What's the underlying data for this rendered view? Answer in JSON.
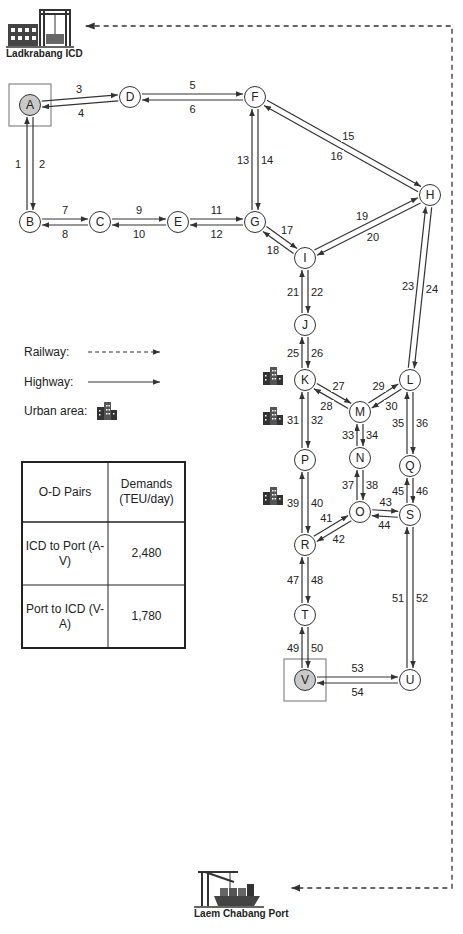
{
  "diagram": {
    "nodes": [
      {
        "text": [
          "Ladkrabang ICD"
        ]
      },
      {
        "text": [
          "A"
        ]
      },
      {
        "text": [
          "D"
        ]
      },
      {
        "text": [
          "F"
        ]
      },
      {
        "text": [
          "B"
        ]
      },
      {
        "text": [
          "C"
        ]
      },
      {
        "text": [
          "E"
        ]
      },
      {
        "text": [
          "G"
        ]
      },
      {
        "text": [
          "H"
        ]
      },
      {
        "text": [
          "I"
        ]
      },
      {
        "text": [
          "J"
        ]
      },
      {
        "text": [
          "K"
        ]
      },
      {
        "text": [
          "L"
        ]
      },
      {
        "text": [
          "M"
        ]
      },
      {
        "text": [
          "N"
        ]
      },
      {
        "text": [
          "Q"
        ]
      },
      {
        "text": [
          "P"
        ]
      },
      {
        "text": [
          "O"
        ]
      },
      {
        "text": [
          "R"
        ]
      },
      {
        "text": [
          "S"
        ]
      },
      {
        "text": [
          "T"
        ]
      },
      {
        "text": [
          "U"
        ]
      },
      {
        "text": [
          "V"
        ]
      },
      {
        "text": [
          "Laem Chabang Port"
        ]
      }
    ],
    "edges": [
      {
        "from": 4,
        "to": 1,
        "arrow": "to",
        "label": "1"
      },
      {
        "from": 1,
        "to": 4,
        "arrow": "to",
        "label": "2"
      },
      {
        "from": 1,
        "to": 2,
        "arrow": "to",
        "label": "3"
      },
      {
        "from": 2,
        "to": 1,
        "arrow": "to",
        "label": "4"
      },
      {
        "from": 2,
        "to": 3,
        "arrow": "to",
        "label": "5"
      },
      {
        "from": 3,
        "to": 2,
        "arrow": "to",
        "label": "6"
      },
      {
        "from": 4,
        "to": 5,
        "arrow": "to",
        "label": "7"
      },
      {
        "from": 5,
        "to": 4,
        "arrow": "to",
        "label": "8"
      },
      {
        "from": 5,
        "to": 6,
        "arrow": "to",
        "label": "9"
      },
      {
        "from": 6,
        "to": 5,
        "arrow": "to",
        "label": "10"
      },
      {
        "from": 6,
        "to": 7,
        "arrow": "to",
        "label": "11"
      },
      {
        "from": 7,
        "to": 6,
        "arrow": "to",
        "label": "12"
      },
      {
        "from": 7,
        "to": 3,
        "arrow": "to",
        "label": "13"
      },
      {
        "from": 3,
        "to": 7,
        "arrow": "to",
        "label": "14"
      },
      {
        "from": 3,
        "to": 8,
        "arrow": "to",
        "label": "15"
      },
      {
        "from": 8,
        "to": 3,
        "arrow": "to",
        "label": "16"
      },
      {
        "from": 7,
        "to": 9,
        "arrow": "to",
        "label": "17"
      },
      {
        "from": 9,
        "to": 7,
        "arrow": "to",
        "label": "18"
      },
      {
        "from": 9,
        "to": 8,
        "arrow": "to",
        "label": "19"
      },
      {
        "from": 8,
        "to": 9,
        "arrow": "to",
        "label": "20"
      },
      {
        "from": 10,
        "to": 9,
        "arrow": "to",
        "label": "21"
      },
      {
        "from": 9,
        "to": 10,
        "arrow": "to",
        "label": "22"
      },
      {
        "from": 12,
        "to": 8,
        "arrow": "to",
        "label": "23"
      },
      {
        "from": 8,
        "to": 12,
        "arrow": "to",
        "label": "24"
      },
      {
        "from": 11,
        "to": 10,
        "arrow": "to",
        "label": "25"
      },
      {
        "from": 10,
        "to": 11,
        "arrow": "to",
        "label": "26"
      },
      {
        "from": 11,
        "to": 13,
        "arrow": "to",
        "label": "27"
      },
      {
        "from": 13,
        "to": 11,
        "arrow": "to",
        "label": "28"
      },
      {
        "from": 13,
        "to": 12,
        "arrow": "to",
        "label": "29"
      },
      {
        "from": 12,
        "to": 13,
        "arrow": "to",
        "label": "30"
      },
      {
        "from": 16,
        "to": 11,
        "arrow": "to",
        "label": "31"
      },
      {
        "from": 11,
        "to": 16,
        "arrow": "to",
        "label": "32"
      },
      {
        "from": 14,
        "to": 13,
        "arrow": "to",
        "label": "33"
      },
      {
        "from": 13,
        "to": 14,
        "arrow": "to",
        "label": "34"
      },
      {
        "from": 15,
        "to": 12,
        "arrow": "to",
        "label": "35"
      },
      {
        "from": 12,
        "to": 15,
        "arrow": "to",
        "label": "36"
      },
      {
        "from": 17,
        "to": 14,
        "arrow": "to",
        "label": "37"
      },
      {
        "from": 14,
        "to": 17,
        "arrow": "to",
        "label": "38"
      },
      {
        "from": 18,
        "to": 16,
        "arrow": "to",
        "label": "39"
      },
      {
        "from": 16,
        "to": 18,
        "arrow": "to",
        "label": "40"
      },
      {
        "from": 18,
        "to": 17,
        "arrow": "to",
        "label": "41"
      },
      {
        "from": 17,
        "to": 18,
        "arrow": "to",
        "label": "42"
      },
      {
        "from": 17,
        "to": 19,
        "arrow": "to",
        "label": "43"
      },
      {
        "from": 19,
        "to": 17,
        "arrow": "to",
        "label": "44"
      },
      {
        "from": 19,
        "to": 15,
        "arrow": "to",
        "label": "45"
      },
      {
        "from": 15,
        "to": 19,
        "arrow": "to",
        "label": "46"
      },
      {
        "from": 20,
        "to": 18,
        "arrow": "to",
        "label": "47"
      },
      {
        "from": 18,
        "to": 20,
        "arrow": "to",
        "label": "48"
      },
      {
        "from": 22,
        "to": 20,
        "arrow": "to",
        "label": "49"
      },
      {
        "from": 20,
        "to": 22,
        "arrow": "to",
        "label": "50"
      },
      {
        "from": 21,
        "to": 19,
        "arrow": "to",
        "label": "51"
      },
      {
        "from": 19,
        "to": 21,
        "arrow": "to",
        "label": "52"
      },
      {
        "from": 22,
        "to": 21,
        "arrow": "to",
        "label": "53"
      },
      {
        "from": 21,
        "to": 22,
        "arrow": "to",
        "label": "54"
      },
      {
        "from": 0,
        "to": 23,
        "arrow": "both"
      }
    ],
    "labels": [
      "O-D Pairs",
      "Demands (TEU/day)",
      "ICD to Port (A-V)",
      "2,480",
      "Port to ICD (V-A)",
      "1,780"
    ],
    "legend": [
      {
        "text": "Railway:"
      },
      {
        "text": "Highway:"
      },
      {
        "text": "Urban area:"
      }
    ]
  }
}
